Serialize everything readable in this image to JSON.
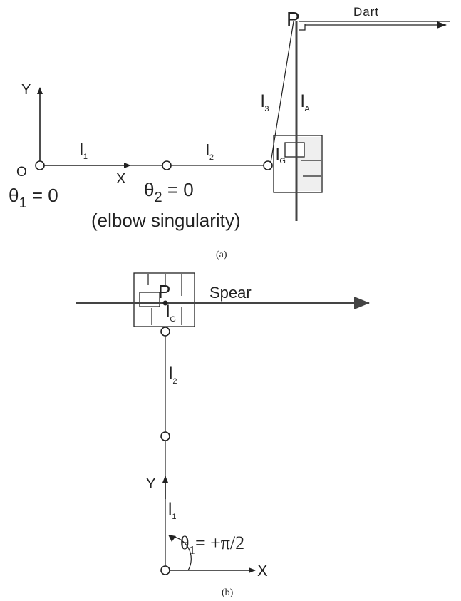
{
  "panel_a": {
    "origin_label": "O",
    "y_axis_label": "Y",
    "x_axis_label": "X",
    "link1": {
      "base": "l",
      "sub": "1"
    },
    "link2": {
      "base": "l",
      "sub": "2"
    },
    "link3": {
      "base": "l",
      "sub": "3"
    },
    "link_a": {
      "base": "l",
      "sub": "A"
    },
    "link_g": {
      "base": "l",
      "sub": "G"
    },
    "point_label": "P",
    "projectile_label": "Dart",
    "theta1": {
      "base": "θ",
      "sub": "1",
      "rest": " = 0"
    },
    "theta2": {
      "base": "θ",
      "sub": "2",
      "rest": " = 0"
    },
    "note": "(elbow singularity)",
    "caption": "(a)"
  },
  "panel_b": {
    "y_axis_label": "Y",
    "x_axis_label": "X",
    "link1": {
      "base": "l",
      "sub": "1"
    },
    "link2": {
      "base": "l",
      "sub": "2"
    },
    "link_g": {
      "base": "l",
      "sub": "G"
    },
    "point_label": "P",
    "projectile_label": "Spear",
    "theta1": {
      "base": "θ",
      "sub": "1",
      "rest": "= +π/2"
    },
    "caption": "(b)"
  }
}
